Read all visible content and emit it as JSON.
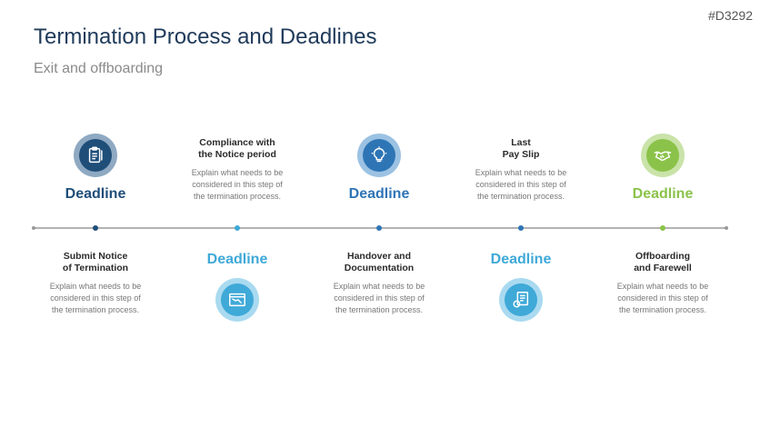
{
  "slide_id": "#D3292",
  "title": "Termination Process and Deadlines",
  "subtitle": "Exit and offboarding",
  "colors": {
    "dark_blue": "#1f4e79",
    "mid_blue": "#2e75b6",
    "light_blue": "#3fa9d8",
    "green": "#8bc34a",
    "line_gray": "#b3b3b3"
  },
  "steps": [
    {
      "title": "Submit Notice\nof Termination",
      "text": "Explain what needs to be\nconsidered in this step of\nthe termination process.",
      "deadline": "Deadline",
      "icon": "clipboard-icon",
      "color": "#1f4e79"
    },
    {
      "title": "Compliance with\nthe Notice period",
      "text": "Explain what needs to be\nconsidered in this step of\nthe termination process.",
      "deadline": "Deadline",
      "icon": "declining-chart-icon",
      "color": "#3fa9d8"
    },
    {
      "title": "Handover and\nDocumentation",
      "text": "Explain what needs to be\nconsidered in this step of\nthe termination process.",
      "deadline": "Deadline",
      "icon": "lightbulb-icon",
      "color": "#2e75b6"
    },
    {
      "title": "Last\nPay Slip",
      "text": "Explain what needs to be\nconsidered in this step of\nthe termination process.",
      "deadline": "Deadline",
      "icon": "payslip-icon",
      "color": "#3fa9d8"
    },
    {
      "title": "Offboarding\nand Farewell",
      "text": "Explain what needs to be\nconsidered in this step of\nthe termination process.",
      "deadline": "Deadline",
      "icon": "handshake-icon",
      "color": "#8bc34a"
    }
  ]
}
